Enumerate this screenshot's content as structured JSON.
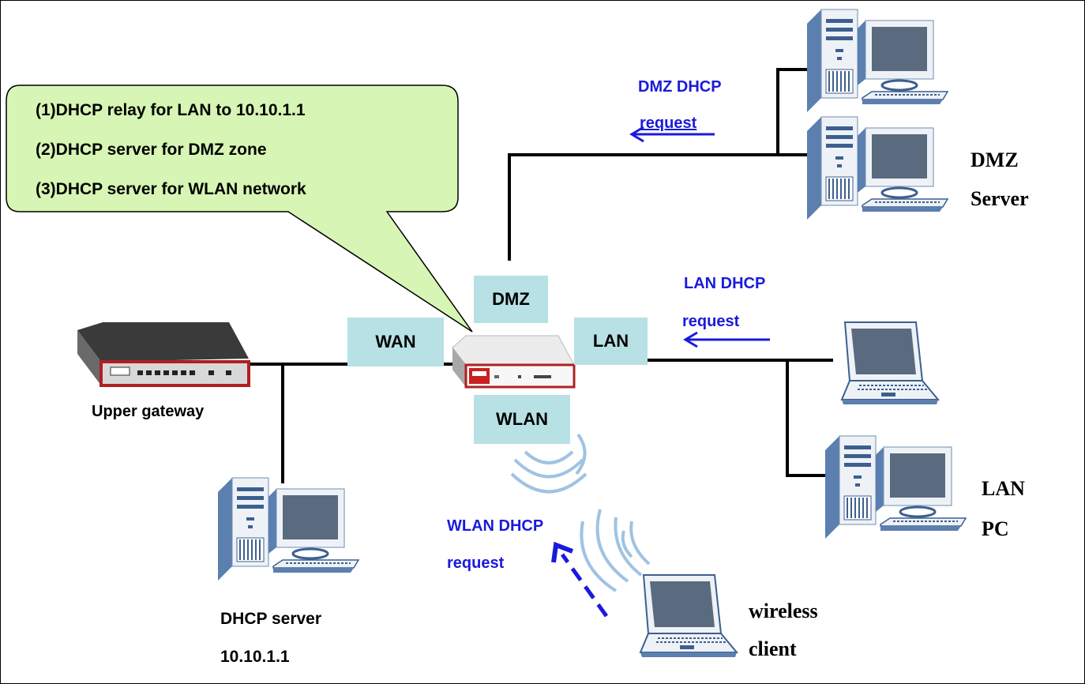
{
  "callout": {
    "lines": [
      "(1)DHCP relay for LAN to 10.10.1.1",
      "(2)DHCP server for DMZ zone",
      "(3)DHCP server for WLAN network"
    ],
    "fill": "#d7f5b4"
  },
  "interfaces": {
    "dmz": "DMZ",
    "wan": "WAN",
    "lan": "LAN",
    "wlan": "WLAN",
    "fill": "#b7e1e4"
  },
  "requests": {
    "dmz": [
      "DMZ DHCP",
      "request"
    ],
    "lan": [
      "LAN DHCP",
      "request"
    ],
    "wlan": [
      "WLAN DHCP",
      "request"
    ],
    "color": "#1a1adc"
  },
  "devices": {
    "upper_gateway": "Upper gateway",
    "dhcp_server": [
      "DHCP server",
      "10.10.1.1"
    ],
    "dmz_server": [
      "DMZ",
      "Server"
    ],
    "lan_pc": [
      "LAN",
      "PC"
    ],
    "wireless_client": [
      "wireless",
      "client"
    ]
  }
}
